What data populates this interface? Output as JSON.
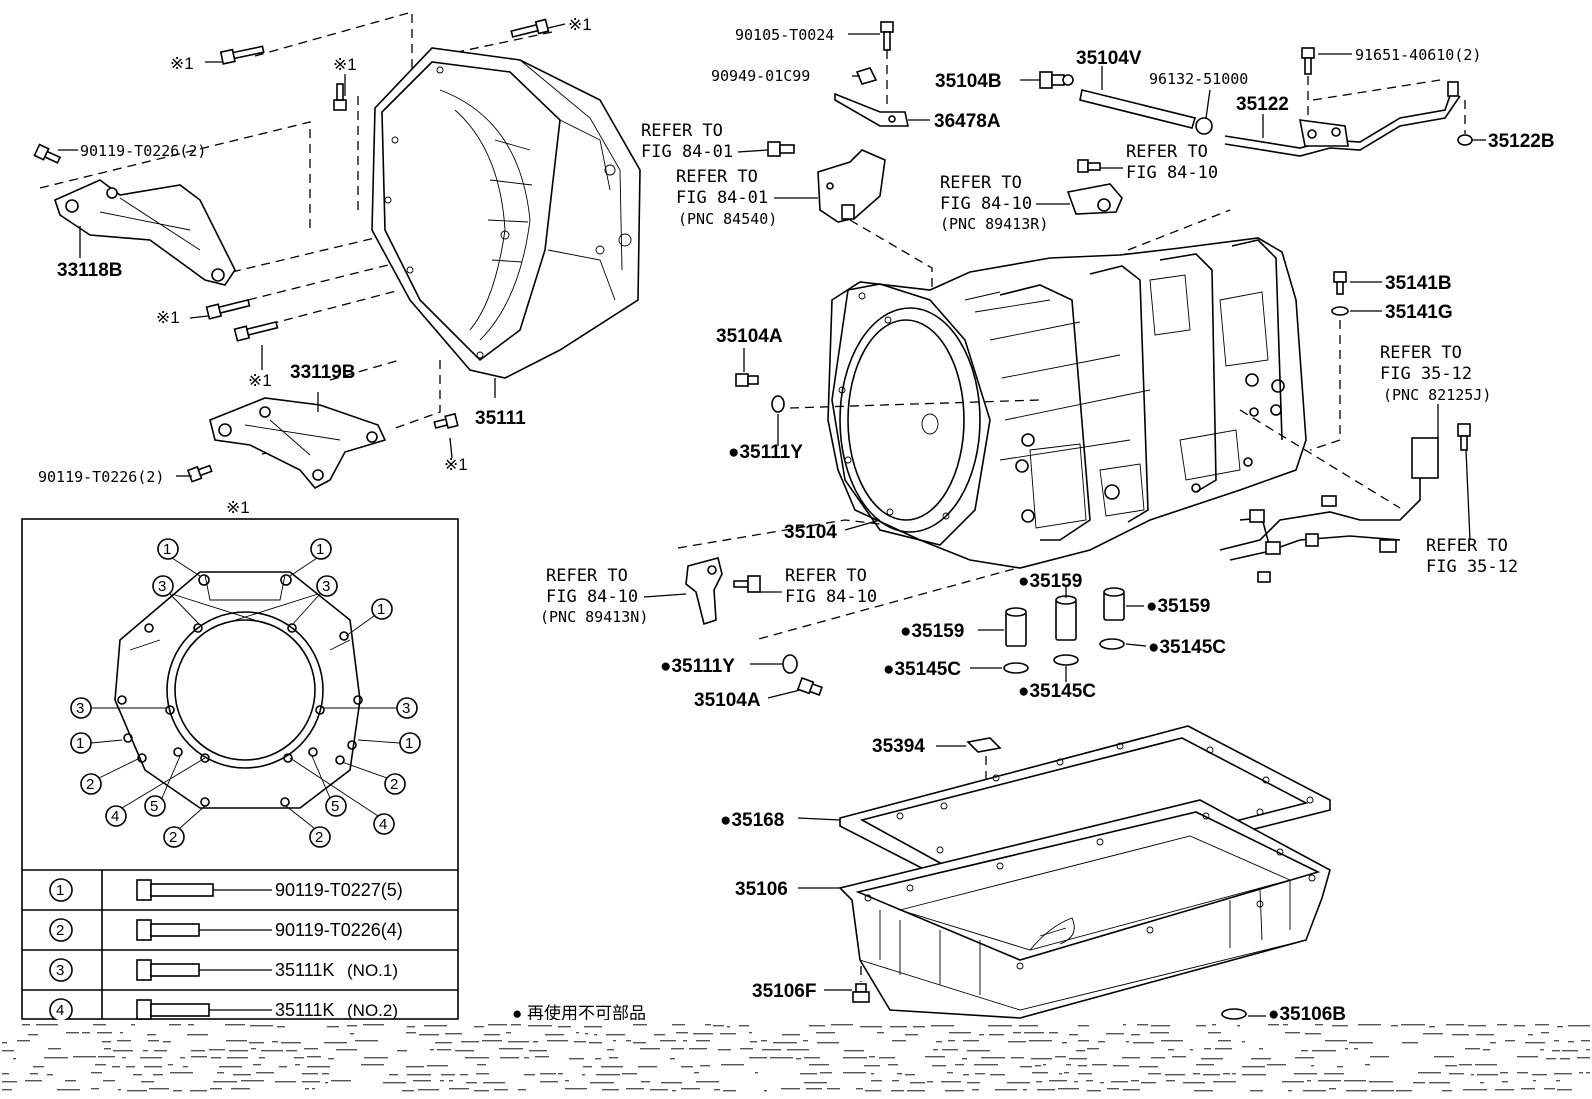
{
  "labels": {
    "p90105": "90105-T0024",
    "p90949": "90949-01C99",
    "p36478A": "36478A",
    "p35104B": "35104B",
    "p35104V": "35104V",
    "p96132": "96132-51000",
    "p91651": "91651-40610(2)",
    "p35122": "35122",
    "p35122B": "35122B",
    "p35141B": "35141B",
    "p35141G": "35141G",
    "p33118B": "33118B",
    "p33119B": "33119B",
    "p35111": "35111",
    "p90119a": "90119-T0226(2)",
    "p90119b": "90119-T0226(2)",
    "p35104A_top": "35104A",
    "p35111Y_top": "●35111Y",
    "p35104": "35104",
    "p35159_a": "●35159",
    "p35159_b": "●35159",
    "p35159_c": "●35159",
    "p35145C_a": "●35145C",
    "p35145C_b": "●35145C",
    "p35145C_c": "●35145C",
    "p35111Y_bot": "●35111Y",
    "p35104A_bot": "35104A",
    "p35394": "35394",
    "p35168": "●35168",
    "p35106": "35106",
    "p35106F": "35106F",
    "p35106B": "●35106B",
    "mark1": "※1",
    "note_nonreuse": "● 再使用不可部品"
  },
  "refs": {
    "r1": [
      "REFER TO",
      "FIG 84-01"
    ],
    "r2": [
      "REFER TO",
      "FIG 84-01",
      "(PNC 84540)"
    ],
    "r3": [
      "REFER TO",
      "FIG 84-10"
    ],
    "r4": [
      "REFER TO",
      "FIG 84-10",
      "(PNC 89413R)"
    ],
    "r5": [
      "REFER TO",
      "FIG 35-12",
      "(PNC 82125J)"
    ],
    "r6": [
      "REFER TO",
      "FIG 35-12"
    ],
    "r7": [
      "REFER TO",
      "FIG 84-10",
      "(PNC 89413N)"
    ],
    "r8": [
      "REFER TO",
      "FIG 84-10"
    ]
  },
  "inset": {
    "title": "※1",
    "callouts": [
      "1",
      "2",
      "3",
      "4",
      "5"
    ],
    "table": [
      {
        "key": "1",
        "part": "90119-T0227(5)",
        "note": ""
      },
      {
        "key": "2",
        "part": "90119-T0226(4)",
        "note": ""
      },
      {
        "key": "3",
        "part": "35111K",
        "note": "(NO.1)"
      },
      {
        "key": "4",
        "part": "35111K",
        "note": "(NO.2)"
      }
    ]
  }
}
